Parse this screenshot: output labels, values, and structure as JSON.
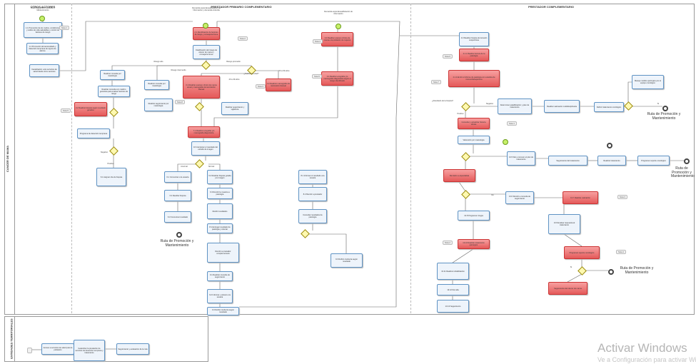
{
  "pool_main": {
    "title": "CANCER DE MAMA"
  },
  "pool_bottom": {
    "title": "ENTIDADES TERRITORIALES"
  },
  "lanes": [
    "OTROS ACTORES",
    "PRESTADOR PRIMARIO COMPLEMENTARIO",
    "PRESTADOR COMPLEMENTARIO"
  ],
  "labels": {
    "start_other": "Ruta Integral de Promoción y Mantenimiento",
    "start_primary": "Demanda espontánea/Relación de Información y demanda inducida",
    "start_primary2": "Demanda espontánea/Relación de información",
    "riesgo_alto": "Riesgo alto",
    "riesgo_intermedio": "Riesgo intermedio",
    "riesgo_promedio": "Riesgo promedio",
    "cual_edad": "¿Cuál es la edad?",
    "edad_40_49": "40 a 49 años",
    "edad_50_69": "50 a 69 años",
    "negativo": "Negativo",
    "positivo": "Positivo",
    "anormal": "Anormal",
    "normal": "Normal",
    "si": "Sí",
    "no": "No",
    "informe_patologia": "¿Resultado de la biopsia?",
    "ruta_promocion": "Ruta de Promoción y Mantenimiento",
    "activar": "Activar Windows",
    "activar_sub": "Ve a Configuración para activar Windows."
  },
  "nodes": [
    "1.1 Promoción de los modos, condiciones y estilos de vida saludables y control de factores de riesgo",
    "1.2 Promoción del autocuidado y detección temprana de signos de alarma",
    "Canalización a los servicios de salud desde otros sectores",
    "2.1 Identificación de factores de riesgo y consejería breve",
    "Clasificación del riesgo de cáncer de mama y consejería breve",
    "Realizar consulta por mastología",
    "Realizar consulta con médico genetista para evaluar factores de riesgo",
    "Realizar consulta por mastología",
    "3.1 Realizar examen clínico de mama anual y mamografía de tamización bianual",
    "3.2 Realizar mamografía de tamización bianual",
    "3.3 Realizar examen clínico de mama a la población de mujeres",
    "3.4 Realizar ecografía y/o mamografía diagnóstica según el riesgo identificado",
    "7.1 Realizar ecografía y/o mamografía diagnóstica",
    "10 Interpretar el resultado del estudio de imagen",
    "3.2 Realizar biopsia según resultado genético",
    "Realizar seguimiento por mastología",
    "Realizar seguimiento y vigilancia",
    "Programa de detección temprana",
    "6.1 Asignar cita de biopsia",
    "6.2 Realizar biopsia guiada por imagen",
    "6.3 Remitir la muestra a patología",
    "Recibir resultados",
    "8.1 Entregar resultado de patología y orientar",
    "Remitir a prestador complementario",
    "9.1 Realizar consulta de seguimiento",
    "9.2 Informar y educar a la usuaria",
    "6.1 Comunicar a la usuaria",
    "6.2 Realizar biopsia",
    "6.3 Comunicar resultado",
    "8.1 Informar el resultado a la usuaria",
    "8.2 Remitir a prestador",
    "Consultar resultados de patología",
    "9.3 Definir conducta según resultado",
    "4.0 Realizar biopsia de la lesión sospechosa",
    "4.1.1 Realizar lectura de la patología",
    "4.1.2 Emitir el informe de patología con estudios de inmunohistoquímica",
    "Determinar estadificación y plan de tratamiento",
    "Realizar valoración multidisciplinaria",
    "Definir tratamiento oncológico",
    "Manejo médico quirúrgico por el equipo oncológico",
    "Consultar y actualizar historia clínica",
    "Valoración por mastología",
    "13.5 Dar a conocer el plan de tratamiento",
    "Seguimiento del tratamiento",
    "Realizar tratamiento",
    "Programar soporte oncológico",
    "Remisión a especialista",
    "13.6 Remitir a consulta de seguimiento",
    "13.7 Realizar valoración",
    "13.8 Programar cirugía",
    "13.9 Evaluar respuesta al tratamiento",
    "13.10 Realizar tratamiento quirúrgico",
    "Programar soporte oncológico",
    "13.11 Realizar rehabilitación",
    "13.12 Dar alta",
    "13.13 Seguimiento",
    "Seguimiento del cáncer de mama",
    "Acceso a servicios de salud para la población",
    "Garantizar la prestación de servicios de detección temprana y tratamiento",
    "Seguimiento y evaluación de la ruta"
  ],
  "notes": [
    "Nota 1",
    "Nota 2",
    "Nota 3",
    "Nota 4",
    "Nota 5",
    "Nota 6",
    "Nota 7",
    "Nota 8"
  ]
}
